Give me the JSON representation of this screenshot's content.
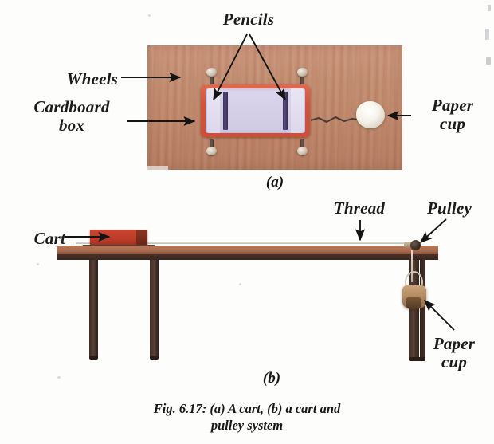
{
  "figure": {
    "caption": "Fig. 6.17: (a) A cart, (b) a cart and\npulley system",
    "panels": [
      {
        "id": "a",
        "sublabel": "(a)",
        "description": "A cart"
      },
      {
        "id": "b",
        "sublabel": "(b)",
        "description": "a cart and pulley system"
      }
    ]
  },
  "panel_a": {
    "sublabel": "(a)",
    "labels": {
      "pencils": "Pencils",
      "wheels": "Wheels",
      "cardboard_box": "Cardboard\nbox",
      "paper_cup": "Paper\ncup"
    }
  },
  "panel_b": {
    "sublabel": "(b)",
    "labels": {
      "cart": "Cart",
      "thread": "Thread",
      "pulley": "Pulley",
      "paper_cup": "Paper\ncup"
    }
  },
  "colors": {
    "page_background": "#fdfdfb",
    "text": "#1b1b1b",
    "wood_board": "#bd8468",
    "cart_red": "#d2523a",
    "box_interior": "#d5d0e8",
    "pencil": "#4a3b6e",
    "bench_top": "#a96c4e",
    "bench_edge": "#3a2620",
    "leg": "#3c2b23",
    "paper_cup_a": "#f4f1e8",
    "paper_cup_b": "#b98f65",
    "arrow": "#141414"
  }
}
